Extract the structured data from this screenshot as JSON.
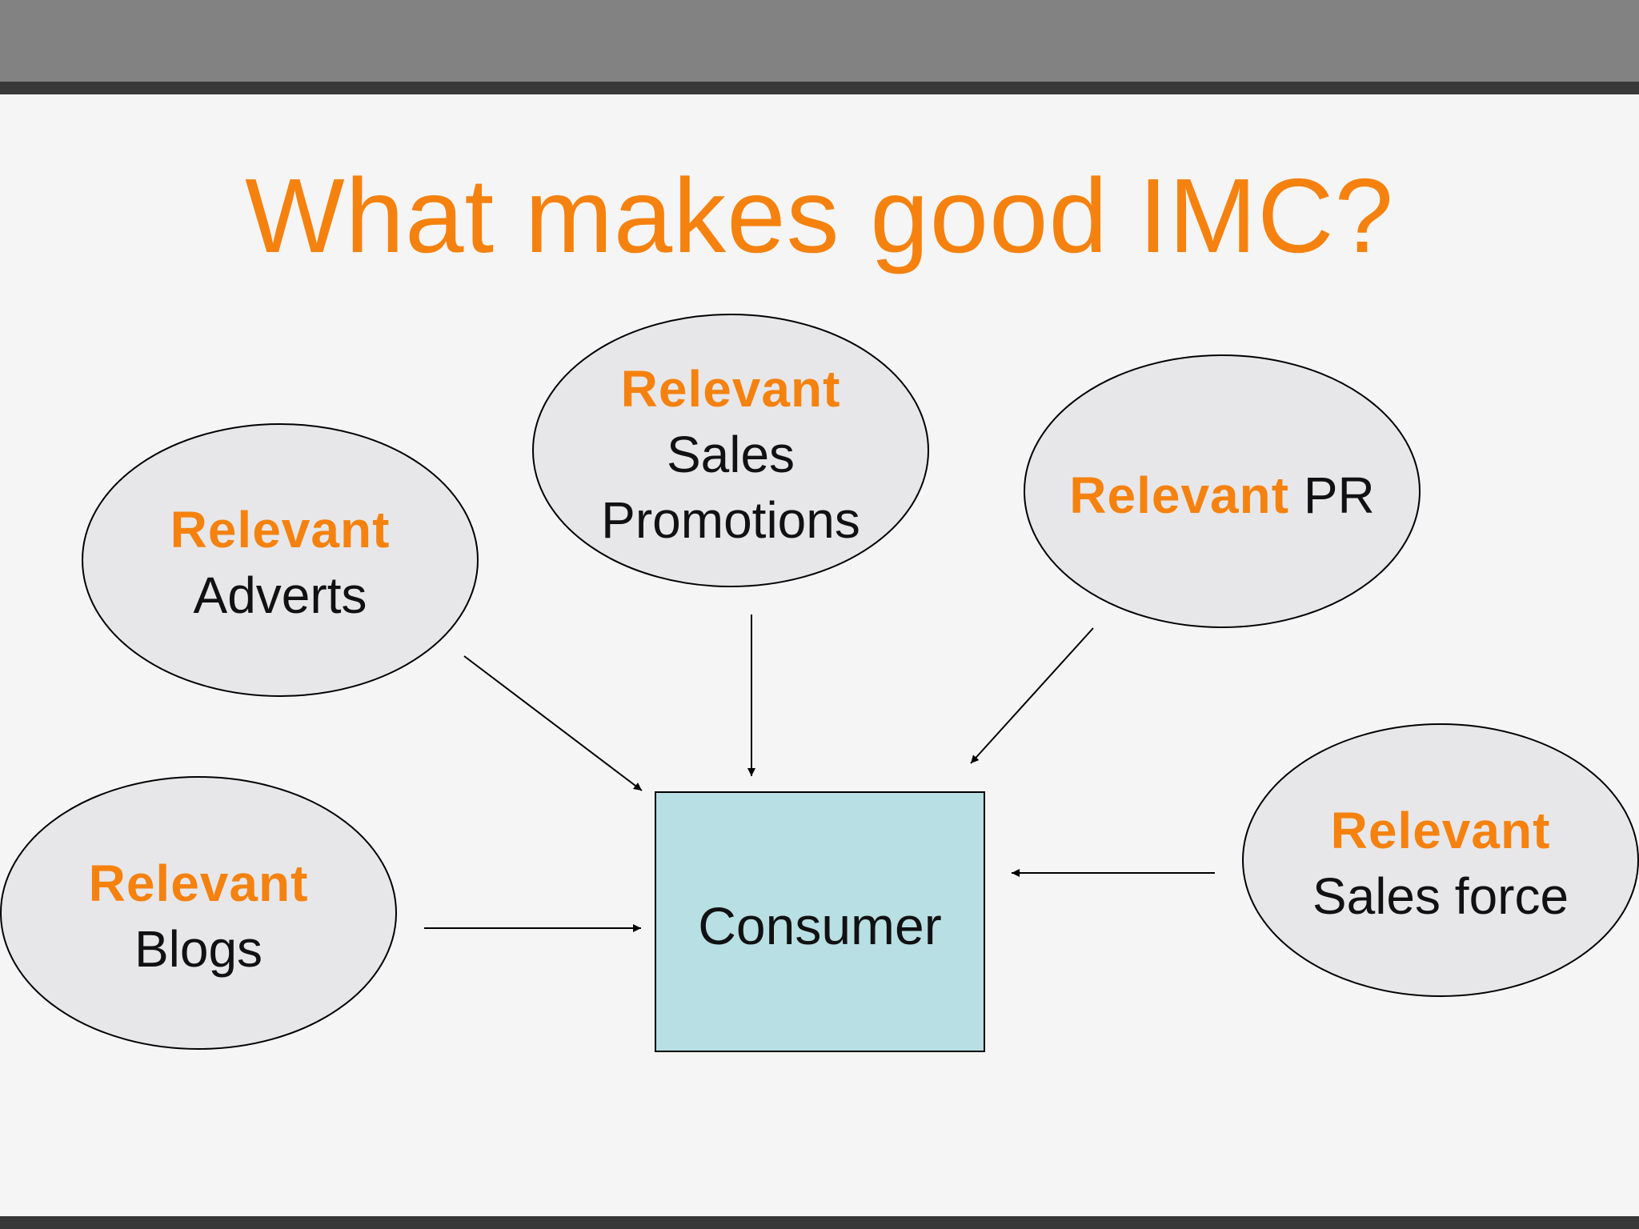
{
  "slide": {
    "title": "What makes good IMC?"
  },
  "diagram": {
    "center": {
      "label": "Consumer",
      "fill": "#b8dfe3"
    },
    "accent_color": "#f5820f",
    "ellipse_fill": "#e6e6e8",
    "nodes": [
      {
        "accent": "Relevant",
        "label": "Adverts"
      },
      {
        "accent": "Relevant",
        "label_line1": "Sales",
        "label_line2": "Promotions"
      },
      {
        "accent": "Relevant",
        "label": "PR"
      },
      {
        "accent": "Relevant",
        "label": "Blogs"
      },
      {
        "accent": "Relevant",
        "label": "Sales force"
      }
    ]
  }
}
